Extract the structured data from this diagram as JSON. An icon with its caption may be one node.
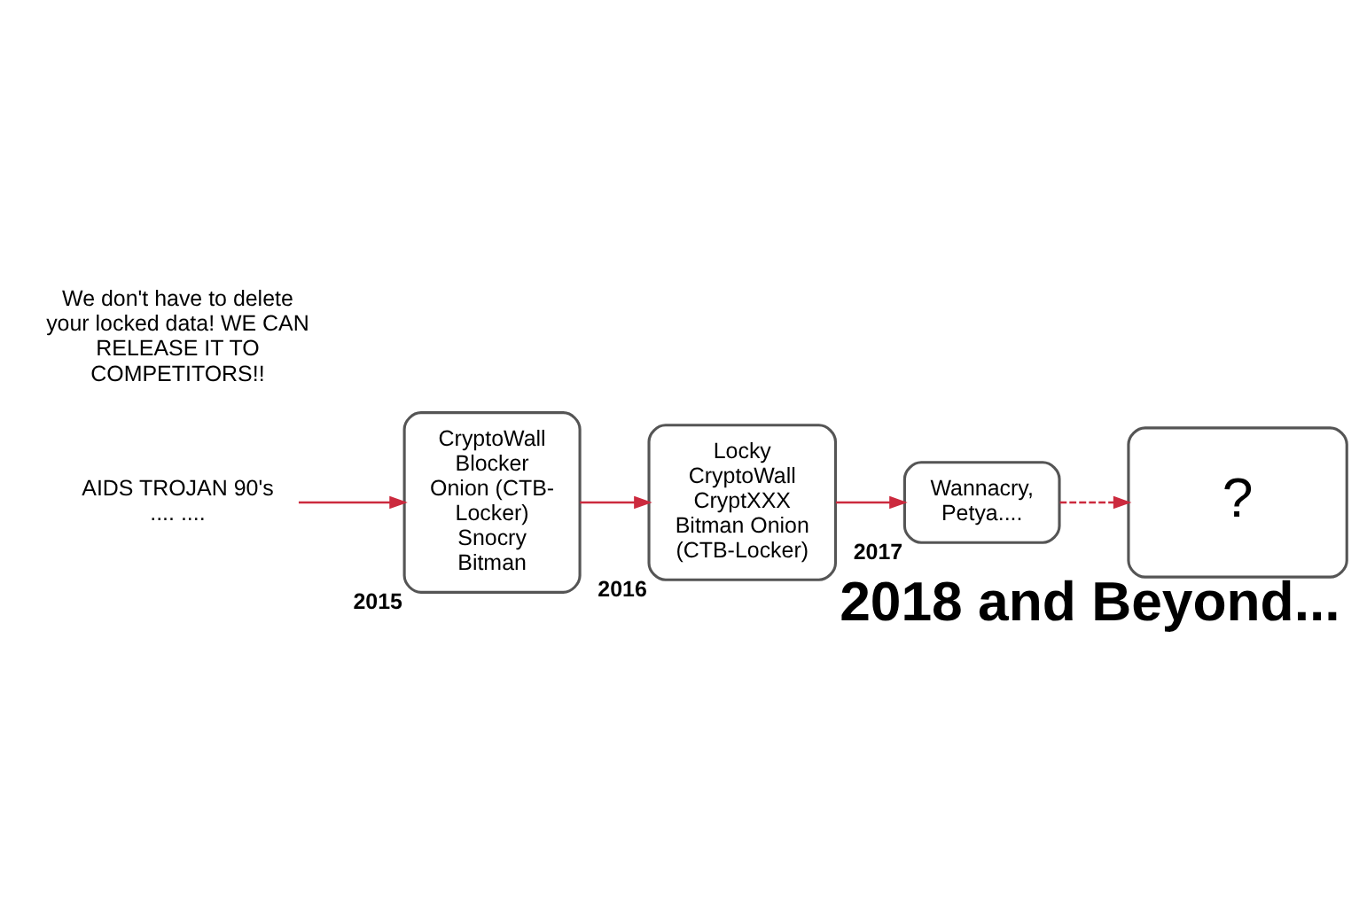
{
  "diagram": {
    "nodes": [
      {
        "text": [
          "AIDS TROJAN 90's .... ...."
        ]
      },
      {
        "text": [
          "CryptoWall Blocker Onion (CTB-Locker) Snocry Bitman"
        ],
        "beside": [
          "2015"
        ]
      },
      {
        "text": [
          "Locky CryptoWall CryptXXX Bitman Onion (CTB-Locker)"
        ],
        "beside": [
          "2016"
        ]
      },
      {
        "text": [
          "Wannacry, Petya...."
        ],
        "beside": [
          "2017"
        ]
      },
      {
        "text": [
          "?"
        ],
        "beside": [
          "2018 and Beyond..."
        ]
      }
    ],
    "edges": [
      {
        "from": 0,
        "to": 1,
        "arrow": "to"
      },
      {
        "from": 1,
        "to": 2,
        "arrow": "to"
      },
      {
        "from": 2,
        "to": 3,
        "arrow": "to"
      },
      {
        "from": 3,
        "to": 4,
        "arrow": "to",
        "style": "dashed"
      }
    ],
    "labels": [
      "We don't have to delete your locked data! WE CAN RELEASE IT TO COMPETITORS!!"
    ]
  }
}
